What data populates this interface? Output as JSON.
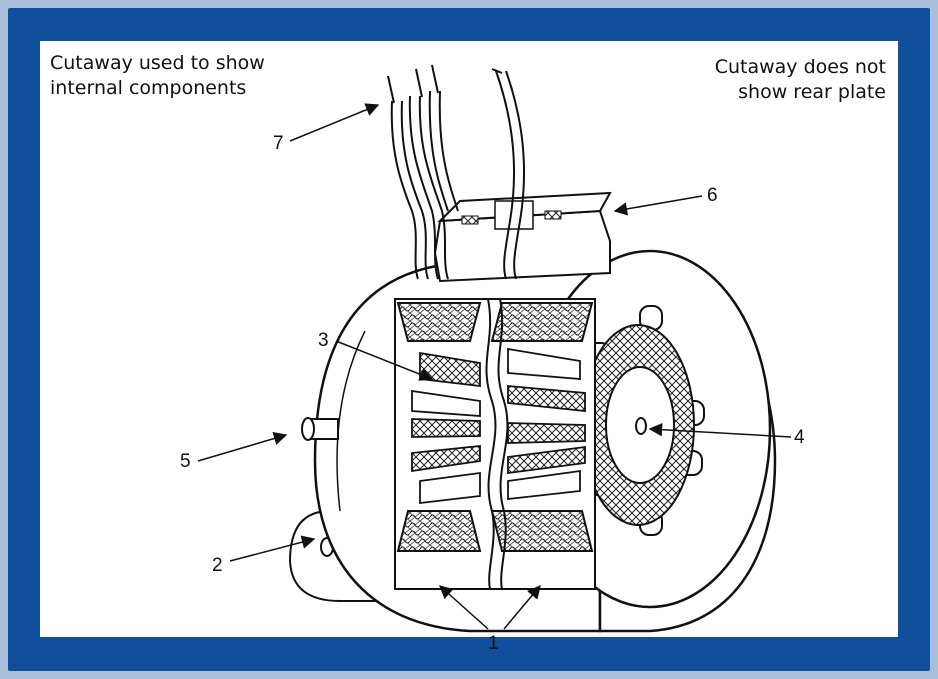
{
  "captions": {
    "left": "Cutaway used to show\ninternal components",
    "right": "Cutaway does not\nshow rear plate"
  },
  "callouts": [
    {
      "id": "1",
      "label": "1"
    },
    {
      "id": "2",
      "label": "2"
    },
    {
      "id": "3",
      "label": "3"
    },
    {
      "id": "4",
      "label": "4"
    },
    {
      "id": "5",
      "label": "5"
    },
    {
      "id": "6",
      "label": "6"
    },
    {
      "id": "7",
      "label": "7"
    }
  ],
  "colors": {
    "frame": "#a9bfd9",
    "panel": "#0f4f9b",
    "background": "#ffffff",
    "ink": "#111111"
  }
}
